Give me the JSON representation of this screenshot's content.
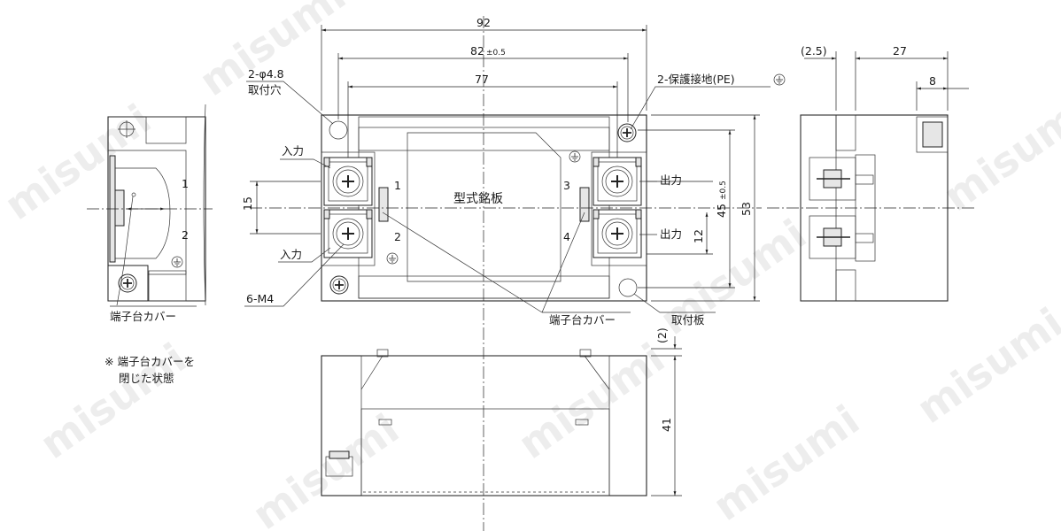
{
  "watermark": "misumi",
  "dimensions": {
    "overall_width": "92",
    "mount_pitch": "82",
    "mount_pitch_tol": "±0.5",
    "inner_width": "77",
    "terminal_pitch_left": "15",
    "terminal_pitch_right": "12",
    "mount_height": "45",
    "mount_height_tol": "±0.5",
    "overall_height": "53",
    "side_offset": "(2.5)",
    "side_depth": "27",
    "side_terminal": "8",
    "bottom_gap": "(2)",
    "bottom_height": "41"
  },
  "labels": {
    "mount_holes_qty": "2-φ4.8",
    "mount_holes": "取付穴",
    "ground": "2-保護接地(PE)",
    "input_top": "入力",
    "input_bottom": "入力",
    "output_top": "出力",
    "output_bottom": "出力",
    "terminal_screws": "6-M4",
    "nameplate": "型式銘板",
    "terminal_cover": "端子台カバー",
    "terminal_cover_left": "端子台カバー",
    "mount_plate": "取付板",
    "note_line1": "※ 端子台カバーを",
    "note_line2": "閉じた状態",
    "term_1": "1",
    "term_2": "2",
    "term_3": "3",
    "term_4": "4",
    "left_term_1": "1",
    "left_term_2": "2"
  }
}
